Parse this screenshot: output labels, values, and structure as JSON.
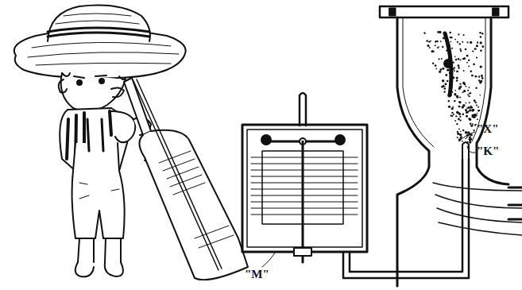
{
  "diagram": {
    "labels": [
      "\"X\"",
      "\"K\"",
      "\"M\""
    ]
  }
}
